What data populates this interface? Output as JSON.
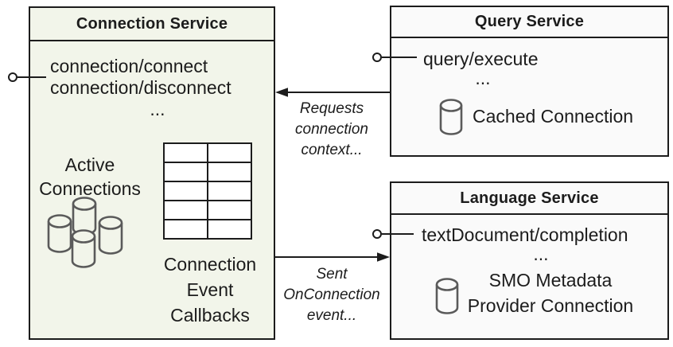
{
  "diagram": {
    "connection": {
      "title": "Connection Service",
      "methods": [
        "connection/connect",
        "connection/disconnect"
      ],
      "ellipsis": "...",
      "active_label": [
        "Active",
        "Connections"
      ],
      "callbacks_label": [
        "Connection",
        "Event",
        "Callbacks"
      ],
      "fill": "#f2f5ea"
    },
    "query": {
      "title": "Query Service",
      "methods": [
        "query/execute"
      ],
      "ellipsis": "...",
      "store_label": "Cached Connection",
      "fill": "#fafafa"
    },
    "language": {
      "title": "Language Service",
      "methods": [
        "textDocument/completion"
      ],
      "ellipsis": "...",
      "store_label": [
        "SMO Metadata",
        "Provider Connection"
      ],
      "fill": "#fafafa"
    },
    "arrows": {
      "requests": {
        "lines": [
          "Requests",
          "connection",
          "context..."
        ]
      },
      "sent": {
        "lines": [
          "Sent",
          "OnConnection",
          "event..."
        ]
      }
    },
    "icons": {
      "cluster": "database-cluster-icon",
      "cylinder": "database-cylinder-icon",
      "table": "callback-table-grid",
      "lollipop": "interface-lollipop-connector"
    },
    "colors": {
      "border": "#1c1c1c",
      "text": "#1c1c1c",
      "cylinder_stroke": "#5a5a5a",
      "connection_fill": "#f2f5ea",
      "service_fill": "#fafafa",
      "background": "#ffffff"
    }
  }
}
